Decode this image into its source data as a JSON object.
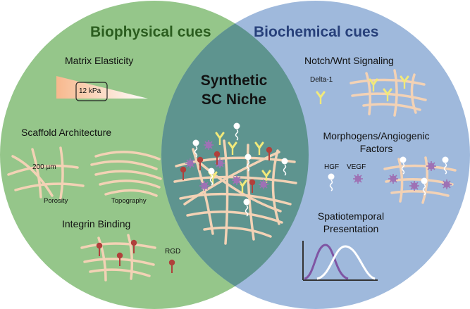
{
  "left_title": "Biophysical cues",
  "right_title": "Biochemical cues",
  "center_title": [
    "Synthetic",
    "SC Niche"
  ],
  "biophysical": {
    "matrix_elasticity": "Matrix Elasticity",
    "stiffness_value": "12 kPa",
    "scaffold_architecture": "Scaffold Architecture",
    "pore_size": "200 µm",
    "porosity": "Porosity",
    "topography": "Topography",
    "integrin_binding": "Integrin Binding",
    "rgd": "RGD"
  },
  "biochemical": {
    "notch_wnt": "Notch/Wnt Signaling",
    "delta1": "Delta-1",
    "morphogens_line1": "Morphogens/Angiogenic",
    "morphogens_line2": "Factors",
    "hgf": "HGF",
    "vegf": "VEGF",
    "spatiotemporal_line1": "Spatiotemporal",
    "spatiotemporal_line2": "Presentation"
  },
  "colors": {
    "green_circle": "#95c68a",
    "blue_circle": "#9fb9dc",
    "overlap": "#5e948f",
    "fiber": "#f3d2b5",
    "rgd_ligand": "#b0403b",
    "delta1_ligand": "#f1e97a",
    "growth_factor": "#9e72b5",
    "purple_curve": "#7f55a3",
    "white_curve": "#ffffff"
  }
}
